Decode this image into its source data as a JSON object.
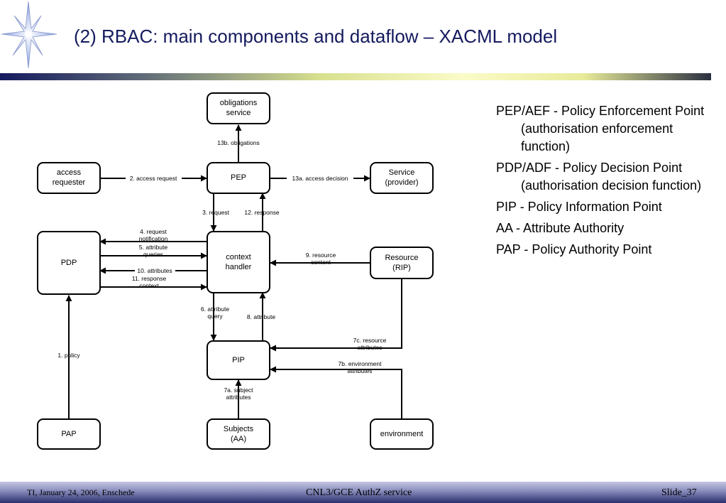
{
  "slide": {
    "title": "(2) RBAC: main components and dataflow – XACML model"
  },
  "diagram": {
    "nodes": {
      "obligations": [
        "obligations",
        "service"
      ],
      "access_requester": [
        "access",
        "requester"
      ],
      "pep": [
        "PEP"
      ],
      "service": [
        "Service",
        "(provider)"
      ],
      "pdp": [
        "PDP"
      ],
      "context_handler": [
        "context",
        "handler"
      ],
      "resource": [
        "Resource",
        "(RIP)"
      ],
      "pip": [
        "PIP"
      ],
      "pap": [
        "PAP"
      ],
      "subjects": [
        "Subjects",
        "(AA)"
      ],
      "environment": [
        "environment"
      ]
    },
    "edges": {
      "e13b": [
        "13b. obligations"
      ],
      "e2": [
        "2. access request"
      ],
      "e13a": [
        "13a. access decision"
      ],
      "e3": [
        "3. request"
      ],
      "e12": [
        "12. response"
      ],
      "e4": [
        "4. request",
        "notification"
      ],
      "e5": [
        "5. attribute",
        "queries"
      ],
      "e10": [
        "10. attributes"
      ],
      "e11": [
        "11. response",
        "context"
      ],
      "e9": [
        "9. resource",
        "content"
      ],
      "e6": [
        "6. attribute",
        "query"
      ],
      "e8": [
        "8. attribute"
      ],
      "e7c": [
        "7c. resource",
        "attributes"
      ],
      "e7b": [
        "7b. environment",
        "attributes"
      ],
      "e1": [
        "1. policy"
      ],
      "e7a": [
        "7a. subject",
        "attributes"
      ]
    }
  },
  "legend": {
    "items": [
      "PEP/AEF - Policy Enforcement Point (authorisation enforcement function)",
      "PDP/ADF - Policy Decision Point (authorisation decision function)",
      "PIP - Policy Information Point",
      "AA - Attribute Authority",
      "PAP - Policy Authority Point"
    ]
  },
  "footer": {
    "left": "TI, January 24, 2006, Enschede",
    "center": "CNL3/GCE AuthZ service",
    "right": "Slide_37"
  }
}
